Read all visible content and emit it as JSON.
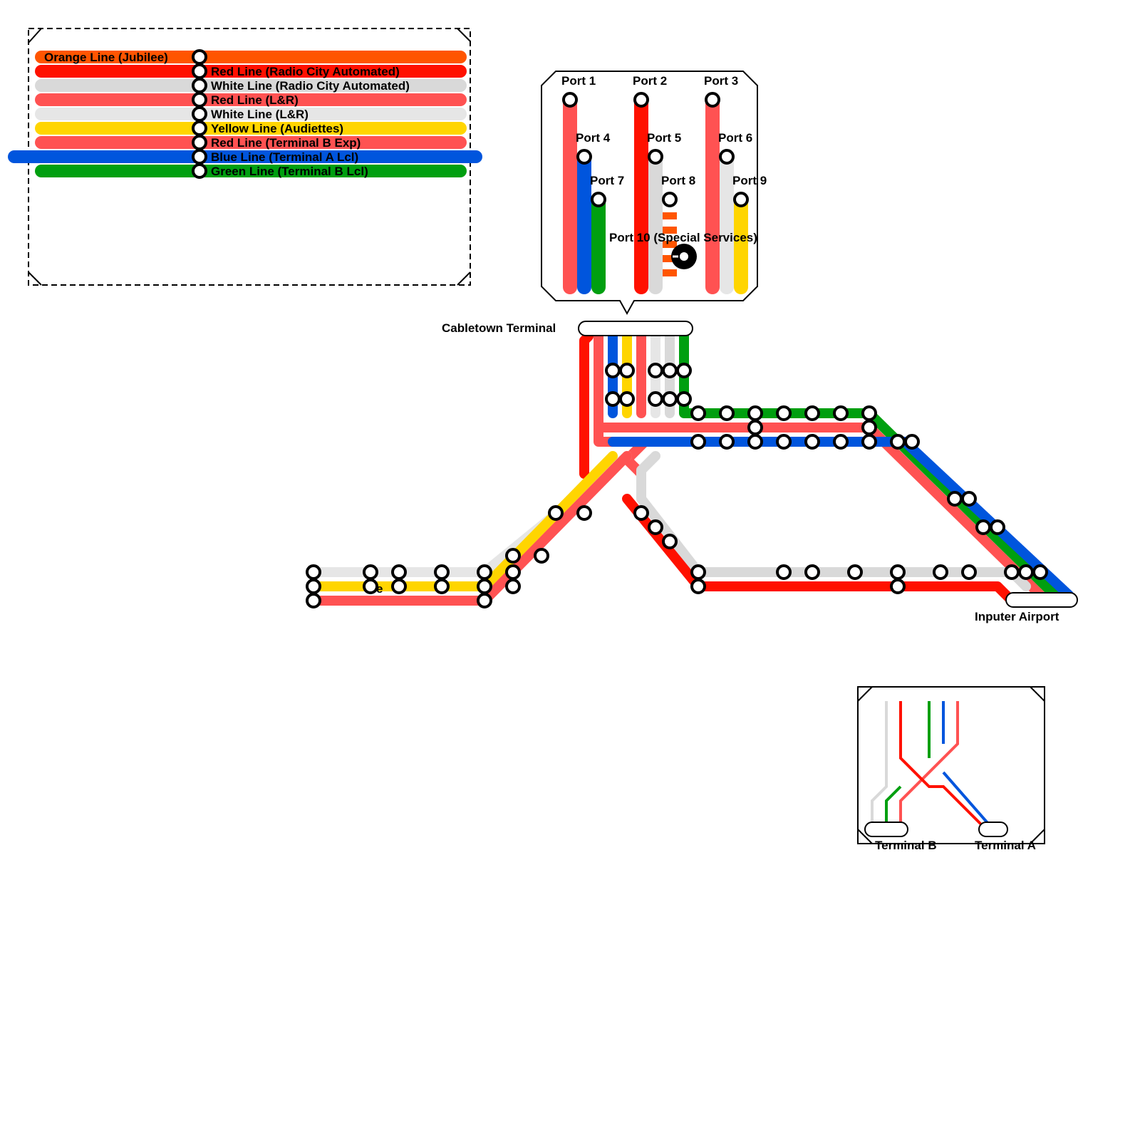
{
  "colors": {
    "orange": "#FF5500",
    "red": "#FF1100",
    "light_red": "#FF5252",
    "white_line": "#D9D9D9",
    "light_white": "#E6E6E6",
    "yellow": "#FFD500",
    "blue": "#0055DD",
    "green": "#009F10",
    "ink": "#000000",
    "station_fill": "#FFFFFF"
  },
  "legend": {
    "items": [
      {
        "label": "Orange Line (Jubilee)",
        "color_key": "orange"
      },
      {
        "label": "Red Line (Radio City Automated)",
        "color_key": "red"
      },
      {
        "label": "White Line  (Radio City Automated)",
        "color_key": "white_line"
      },
      {
        "label": "Red Line (L&R)",
        "color_key": "light_red"
      },
      {
        "label": "White Line (L&R)",
        "color_key": "light_white"
      },
      {
        "label": "Yellow Line (Audiettes)",
        "color_key": "yellow"
      },
      {
        "label": "Red Line (Terminal B Exp)",
        "color_key": "light_red"
      },
      {
        "label": "Blue Line (Terminal A Lcl)",
        "color_key": "blue"
      },
      {
        "label": "Green Line (Terminal B Lcl)",
        "color_key": "green"
      }
    ]
  },
  "ports": {
    "port1": "Port 1",
    "port2": "Port 2",
    "port3": "Port 3",
    "port4": "Port 4",
    "port5": "Port 5",
    "port6": "Port 6",
    "port7": "Port 7",
    "port8": "Port 8",
    "port9": "Port 9",
    "port10": "Port 10 (Special Services)"
  },
  "stations": {
    "cabletown": "Cabletown Terminal",
    "inputer": "Inputer Airport",
    "west_fragment": "e"
  },
  "inset": {
    "terminal_b": "Terminal B",
    "terminal_a": "Terminal A"
  }
}
